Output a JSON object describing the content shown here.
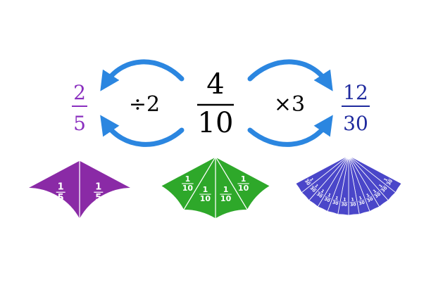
{
  "center_fraction": {
    "numerator": "4",
    "denominator": "10"
  },
  "left_operation": "÷2",
  "right_operation": "×3",
  "left_fraction": {
    "numerator": "2",
    "denominator": "5"
  },
  "right_fraction": {
    "numerator": "12",
    "denominator": "30"
  },
  "colors": {
    "text": "#000000",
    "arrow": "#2b86e0",
    "left_fraction": "#8a2fbf",
    "right_fraction": "#1f2a9e",
    "left_fan": "#8a2aa6",
    "middle_fan": "#2ea82a",
    "right_fan": "#4a46c9",
    "divider": "#ffffff"
  },
  "fans": [
    {
      "name": "fifths",
      "parts": 2,
      "label_numerator": "1",
      "label_denominator": "5"
    },
    {
      "name": "tenths",
      "parts": 4,
      "label_numerator": "1",
      "label_denominator": "10"
    },
    {
      "name": "thirtieths",
      "parts": 12,
      "label_numerator": "1",
      "label_denominator": "30"
    }
  ]
}
